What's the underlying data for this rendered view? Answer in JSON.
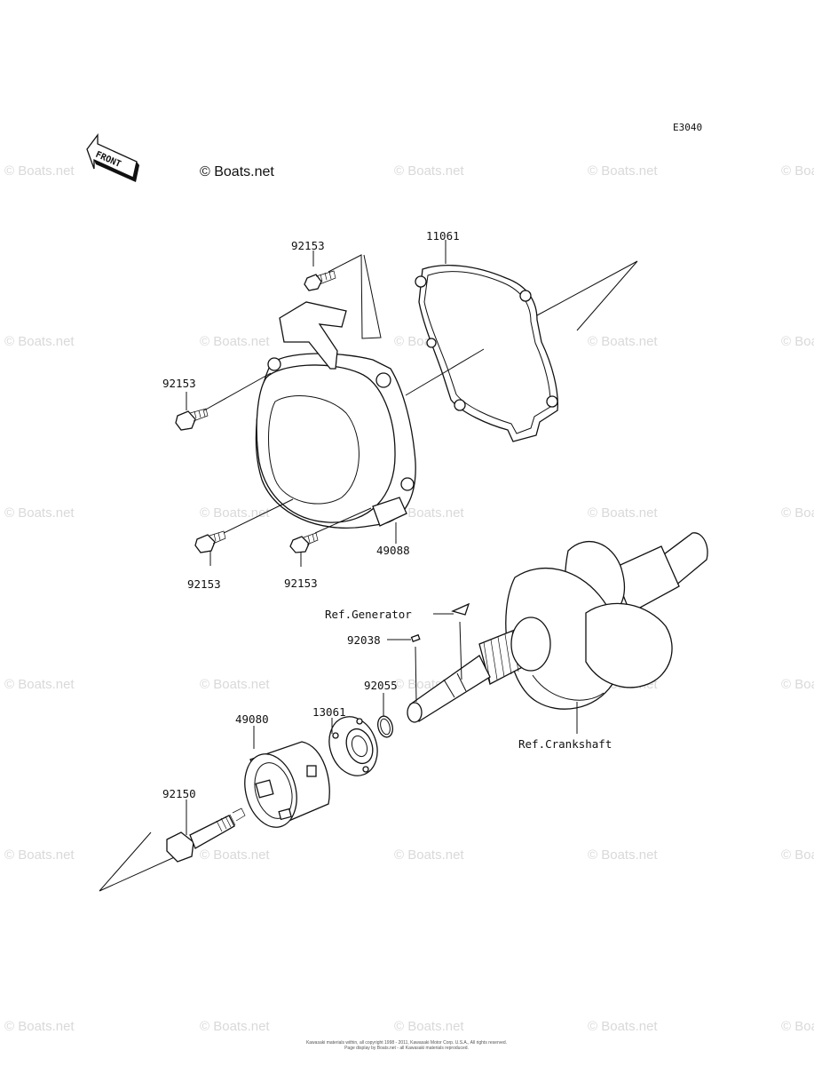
{
  "diagram": {
    "code": "E3040",
    "copyright": "© Boats.net",
    "front_label": "FRONT",
    "watermark": "© Boats.net",
    "footer_line1": "Kawasaki materials within, all copyright 1998 - 2011, Kawasaki Motor Corp. U.S.A., All rights reserved.",
    "footer_line2": "Page display by Boats.net - all Kawasaki materials reproduced."
  },
  "parts": {
    "p11061": "11061",
    "p92153_top": "92153",
    "p92153_left": "92153",
    "p92153_bl": "92153",
    "p92153_bm": "92153",
    "p49088": "49088",
    "p92038": "92038",
    "p92055": "92055",
    "p13061": "13061",
    "p49080": "49080",
    "p92150": "92150",
    "ref_generator": "Ref.Generator",
    "ref_crankshaft": "Ref.Crankshaft"
  }
}
